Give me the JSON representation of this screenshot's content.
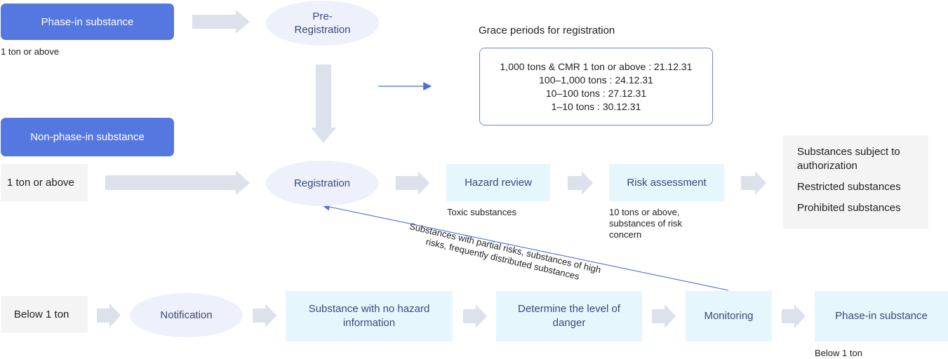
{
  "top": {
    "phase_in": "Phase-in substance",
    "phase_in_note": "1 ton or above",
    "pre_registration": "Pre-\nRegistration"
  },
  "grace": {
    "title": "Grace periods for registration",
    "lines": [
      "1,000 tons & CMR 1 ton or above : 21.12.31",
      "100–1,000 tons : 24.12.31",
      "10–100 tons : 27.12.31",
      "1–10 tons : 30.12.31"
    ]
  },
  "middle": {
    "non_phase_in": "Non-phase-in substance",
    "one_ton_above": "1 ton or above",
    "registration": "Registration",
    "hazard_review": "Hazard review",
    "hazard_note": "Toxic substances",
    "risk_assessment": "Risk assessment",
    "risk_note": "10 tons or above, substances of risk concern",
    "outcomes": [
      "Substances subject to authorization",
      "Restricted substances",
      "Prohibited substances"
    ]
  },
  "feedback": {
    "label": "Substances with partial risks, substances of high risks, frequently distributed substances"
  },
  "bottom": {
    "below_1_ton": "Below 1 ton",
    "notification": "Notification",
    "no_hazard_info": "Substance with no hazard information",
    "determine_level": "Determine the level of danger",
    "monitoring": "Monitoring",
    "phase_in": "Phase-in substance",
    "phase_in_note": "Below 1 ton"
  },
  "colors": {
    "accent_blue": "#5578e0",
    "arrow_gray": "#dde1ec",
    "ellipse_fill": "#eef1fb",
    "cyan_fill": "#e6f6fd"
  }
}
